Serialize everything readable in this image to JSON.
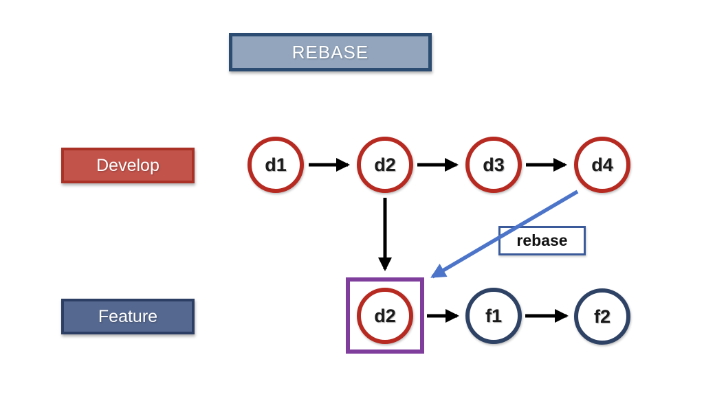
{
  "title_box": {
    "label": "REBASE"
  },
  "branches": {
    "develop": {
      "label": "Develop",
      "commits": [
        "d1",
        "d2",
        "d3",
        "d4"
      ]
    },
    "feature": {
      "label": "Feature",
      "commits": [
        "d2",
        "f1",
        "f2"
      ]
    }
  },
  "annotations": {
    "rebase_label": "rebase"
  },
  "colors": {
    "title_fill": "#92a5bd",
    "title_border": "#2c4d71",
    "develop_fill": "#c1534b",
    "develop_border": "#a93126",
    "feature_fill": "#55688f",
    "feature_border": "#2d3e64",
    "commit_red_border": "#b62a21",
    "commit_navy_border": "#2e4265",
    "highlight_purple": "#7f3e9c",
    "rebase_note_border": "#3a5a99",
    "arrow_black": "#000000",
    "arrow_blue": "#4c74c8",
    "background": "#ffffff"
  }
}
